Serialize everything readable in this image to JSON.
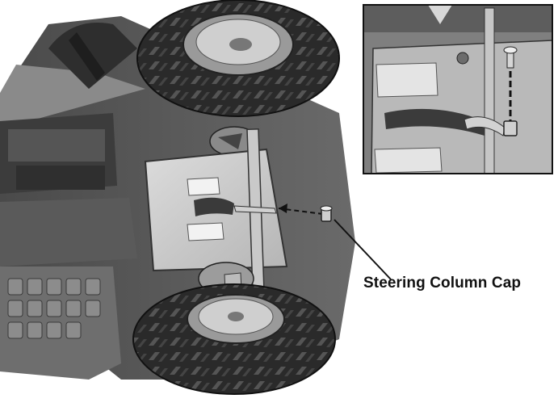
{
  "callout": {
    "label": "Steering Column Cap"
  },
  "icons": {
    "main_view": "atv-underside-illustration",
    "detail_view": "steering-column-cap-detail"
  }
}
